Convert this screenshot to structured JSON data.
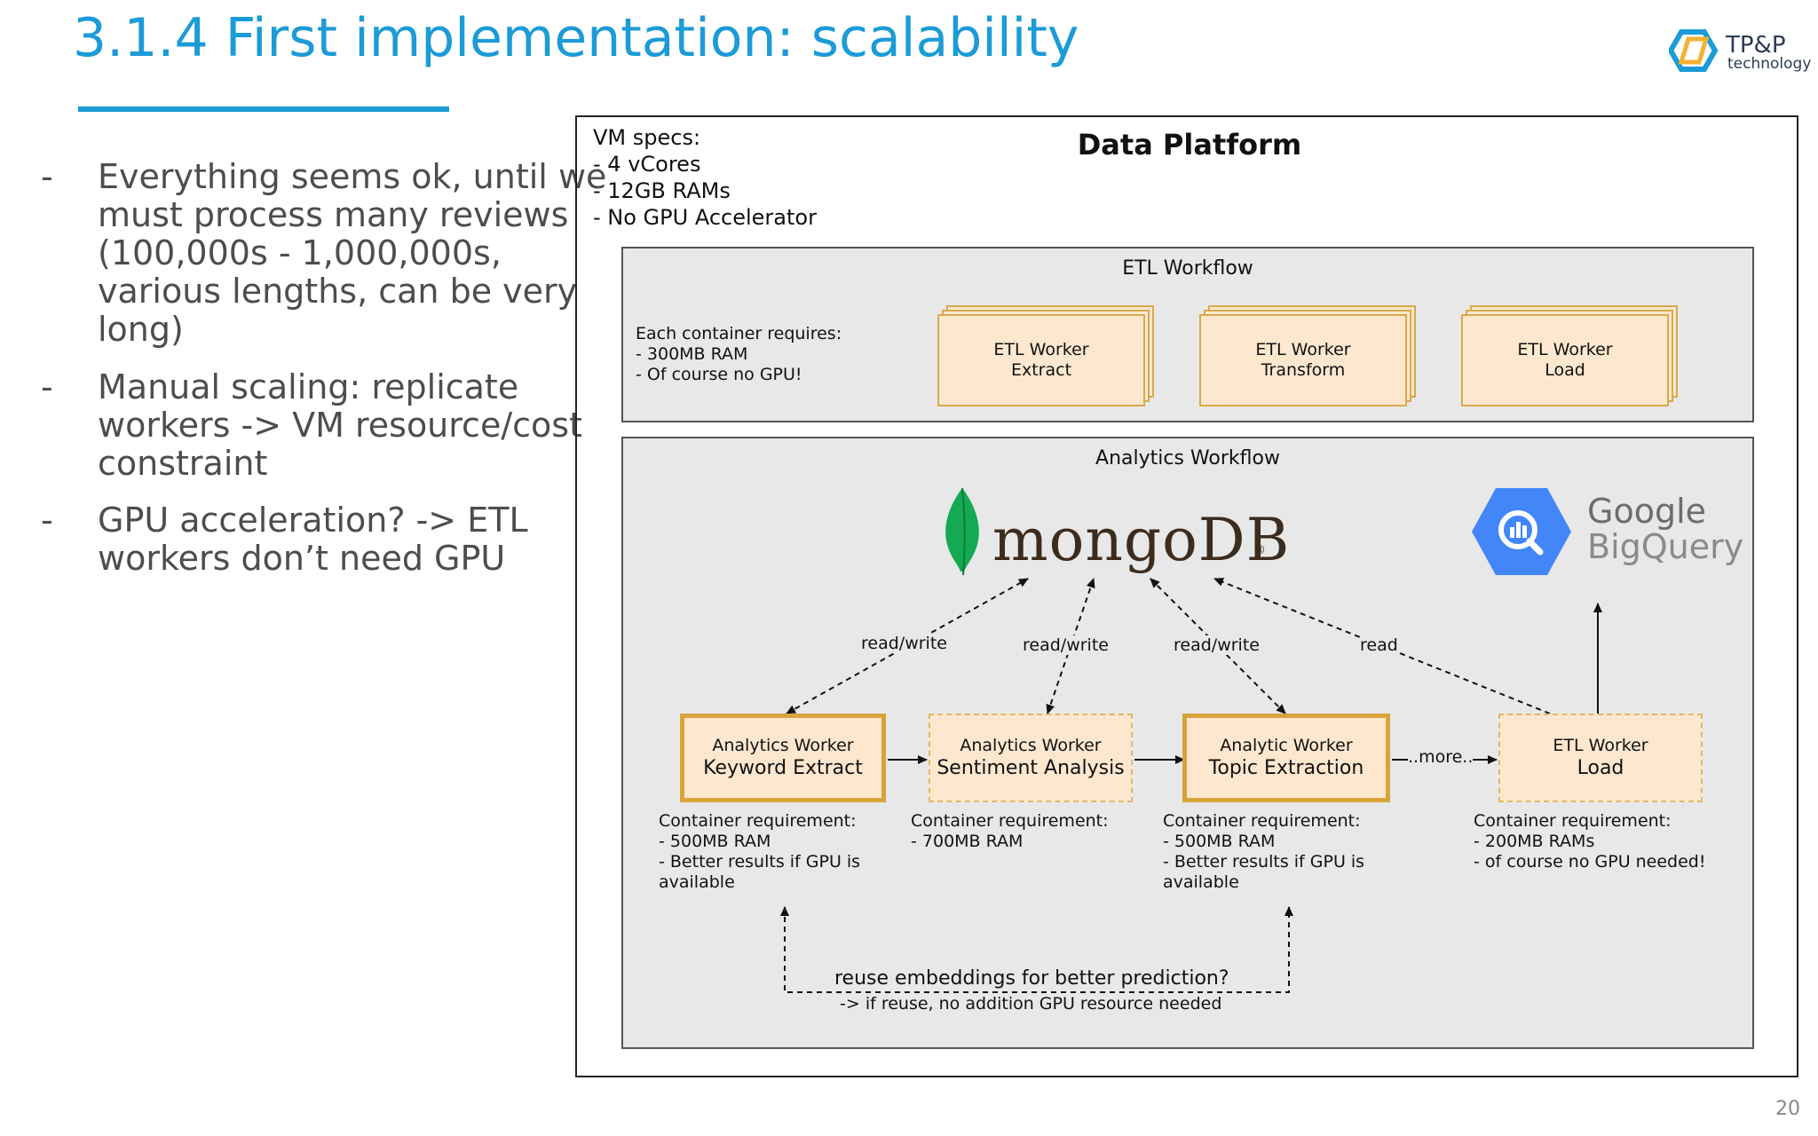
{
  "slide": {
    "title": "3.1.4 First implementation: scalability",
    "page_number": "20",
    "logo": {
      "name": "TP&P",
      "sub": "technology"
    },
    "bullets": [
      {
        "dash": "-",
        "text": "Everything seems ok, until we must process many reviews (100,000s - 1,000,000s, various lengths, can be very long)"
      },
      {
        "dash": "-",
        "text": "Manual scaling: replicate workers -> VM resource/cost constraint"
      },
      {
        "dash": "-",
        "text": "GPU acceleration? -> ETL workers don’t need GPU"
      }
    ]
  },
  "diagram": {
    "title": "Data Platform",
    "vm_specs": "VM specs:\n- 4 vCores\n- 12GB RAMs\n- No GPU Accelerator",
    "etl": {
      "title": "ETL Workflow",
      "note": "Each container requires:\n- 300MB RAM\n- Of course no GPU!",
      "workers": [
        {
          "line1": "ETL Worker",
          "line2": "Extract"
        },
        {
          "line1": "ETL Worker",
          "line2": "Transform"
        },
        {
          "line1": "ETL Worker",
          "line2": "Load"
        }
      ]
    },
    "analytics": {
      "title": "Analytics Workflow",
      "mongodb": "mongoDB",
      "mongodb_reg": "®",
      "bigquery_1": "Google",
      "bigquery_2": "BigQuery",
      "workers": [
        {
          "line1": "Analytics Worker",
          "line2": "Keyword Extract",
          "req": "Container requirement:\n- 500MB RAM\n- Better results if GPU is\navailable"
        },
        {
          "line1": "Analytics Worker",
          "line2": "Sentiment Analysis",
          "req": "Container requirement:\n- 700MB RAM"
        },
        {
          "line1": "Analytic Worker",
          "line2": "Topic Extraction",
          "req": "Container requirement:\n- 500MB RAM\n- Better results if GPU is\navailable"
        },
        {
          "line1": "ETL Worker",
          "line2": "Load",
          "req": "Container requirement:\n- 200MB RAMs\n- of course no GPU needed!"
        }
      ],
      "edge_labels": [
        "read/write",
        "read/write",
        "read/write",
        "read"
      ],
      "more_label": "..more..",
      "reuse_1": "reuse embeddings for better prediction?",
      "reuse_2": "-> if reuse, no addition GPU resource needed"
    }
  },
  "colors": {
    "title_blue": "#1b9bd7",
    "box_fill": "#fde8cf",
    "box_border": "#d9a23a",
    "panel_fill": "#e8e8e8",
    "mongo_green": "#13aa52",
    "bigquery_blue": "#4386fa"
  }
}
